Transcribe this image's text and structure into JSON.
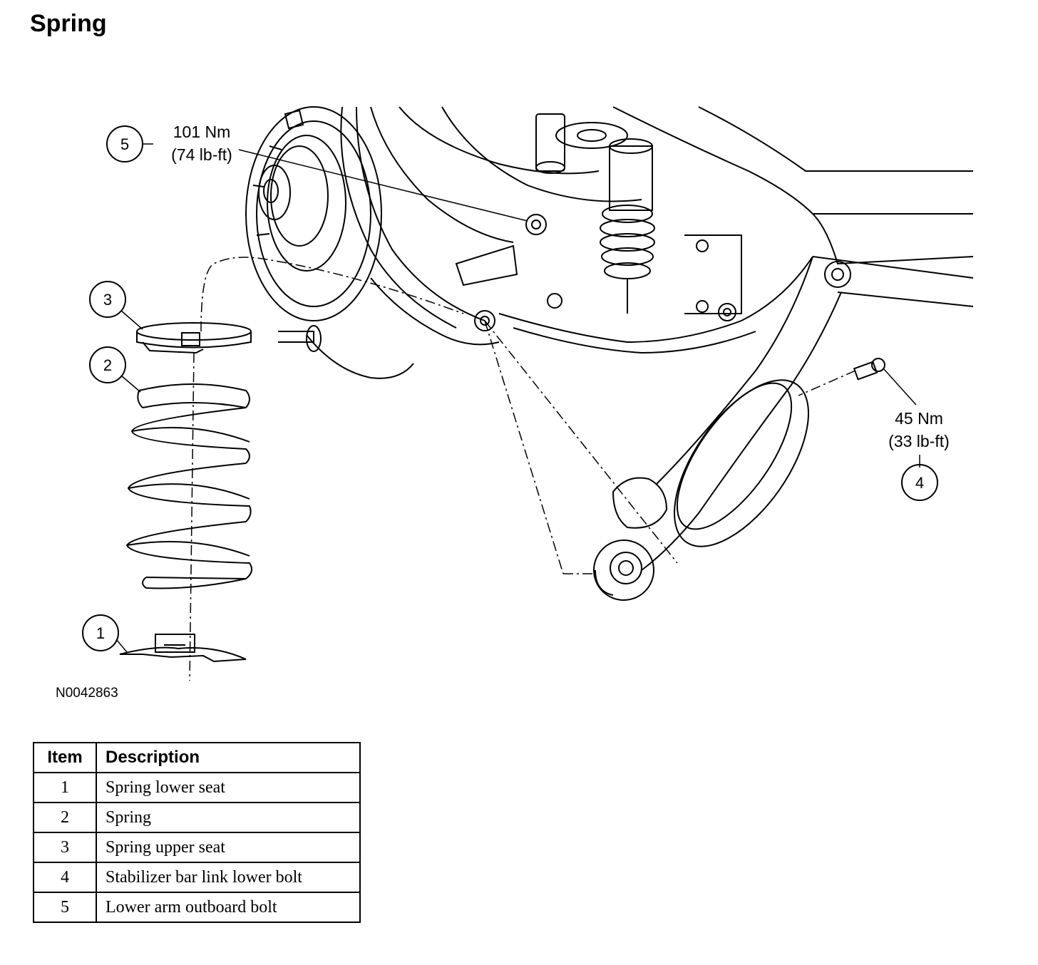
{
  "title": "Spring",
  "figure_id": "N0042863",
  "callouts": {
    "c1": "1",
    "c2": "2",
    "c3": "3",
    "c4": "4",
    "c5": "5",
    "torque5_nm": "101 Nm",
    "torque5_lbft": "(74 lb-ft)",
    "torque4_nm": "45 Nm",
    "torque4_lbft": "(33 lb-ft)"
  },
  "table": {
    "headers": {
      "item": "Item",
      "description": "Description"
    },
    "rows": [
      {
        "item": "1",
        "description": "Spring lower seat"
      },
      {
        "item": "2",
        "description": "Spring"
      },
      {
        "item": "3",
        "description": "Spring upper seat"
      },
      {
        "item": "4",
        "description": "Stabilizer bar link lower bolt"
      },
      {
        "item": "5",
        "description": "Lower arm outboard bolt"
      }
    ]
  }
}
